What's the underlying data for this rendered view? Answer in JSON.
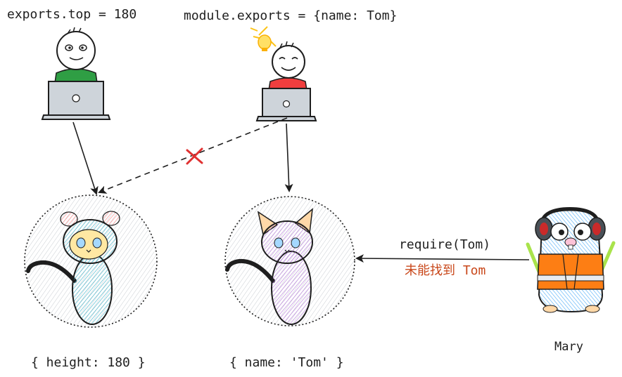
{
  "labels": {
    "exports_top": "exports.top = 180",
    "module_exports": "module.exports = {name: Tom}",
    "height_obj": "{ height: 180 }",
    "name_obj": "{ name: 'Tom' }",
    "require_call": "require(Tom)",
    "not_found": "未能找到 Tom",
    "mary": "Mary"
  },
  "colors": {
    "ink": "#1e1e1e",
    "warning": "#c9481b",
    "cross": "#e03131",
    "shirt_green": "#2f9e44",
    "shirt_red": "#f03e3e",
    "laptop": "#ced4da",
    "bulb": "#fcc419",
    "cat_blue": "#66c2d1",
    "cat_purple": "#d0a4e8",
    "ears_pink": "#ffa8a8",
    "gopher_body": "#74c0fc",
    "vest_orange": "#fd7e14",
    "glow_stick": "#a9e34b"
  },
  "icons": {
    "person_left": "person-green-shirt-icon",
    "person_right": "person-red-shirt-icon",
    "lightbulb": "lightbulb-icon",
    "cat_blue": "blue-cat-icon",
    "cat_purple": "purple-cat-icon",
    "gopher": "gopher-worker-icon",
    "cross": "cross-icon"
  }
}
